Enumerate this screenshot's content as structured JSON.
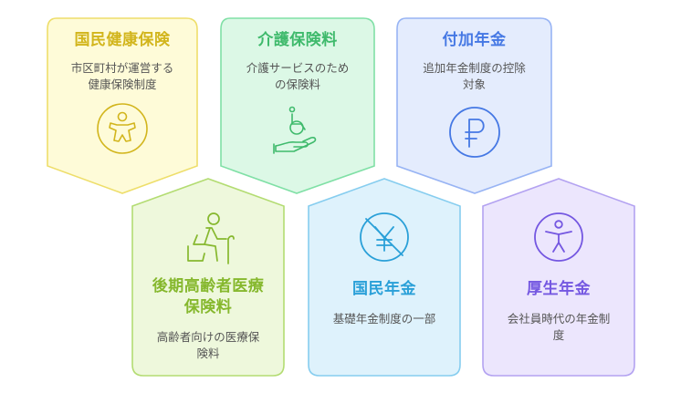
{
  "cards": [
    {
      "title": "国民健康保険",
      "desc_lines": [
        "市区町村が運営する",
        "健康保険制度"
      ],
      "icon": "person-outline-icon",
      "fill": "#fefbd8",
      "stroke": "#eede6a",
      "title_color": "#d2b51c",
      "icon_color": "#d2b51c"
    },
    {
      "title": "介護保険料",
      "desc_lines": [
        "介護サービスのため",
        "の保険料"
      ],
      "icon": "wheelchair-hand-icon",
      "fill": "#dcf8e6",
      "stroke": "#80e0a6",
      "title_color": "#3fba6c",
      "icon_color": "#3fba6c"
    },
    {
      "title": "付加年金",
      "desc_lines": [
        "追加年金制度の控除",
        "対象"
      ],
      "icon": "ruble-coin-icon",
      "fill": "#e4ecfd",
      "stroke": "#98b4f4",
      "title_color": "#4578e4",
      "icon_color": "#4578e4"
    },
    {
      "title_lines": [
        "後期高齢者医療",
        "保険料"
      ],
      "desc_lines": [
        "高齢者向けの医療保",
        "険料"
      ],
      "icon": "elderly-person-icon",
      "fill": "#eef8dc",
      "stroke": "#b3dc72",
      "title_color": "#86b82e",
      "icon_color": "#86b82e"
    },
    {
      "title": "国民年金",
      "desc_lines": [
        "基礎年金制度の一部"
      ],
      "icon": "yen-slash-icon",
      "fill": "#def2fc",
      "stroke": "#86cdef",
      "title_color": "#2aa0d8",
      "icon_color": "#2aa0d8"
    },
    {
      "title": "厚生年金",
      "desc_lines": [
        "会社員時代の年金制",
        "度"
      ],
      "icon": "accessibility-person-icon",
      "fill": "#ece6fd",
      "stroke": "#b3a2f1",
      "title_color": "#7457e1",
      "icon_color": "#7457e1"
    }
  ]
}
